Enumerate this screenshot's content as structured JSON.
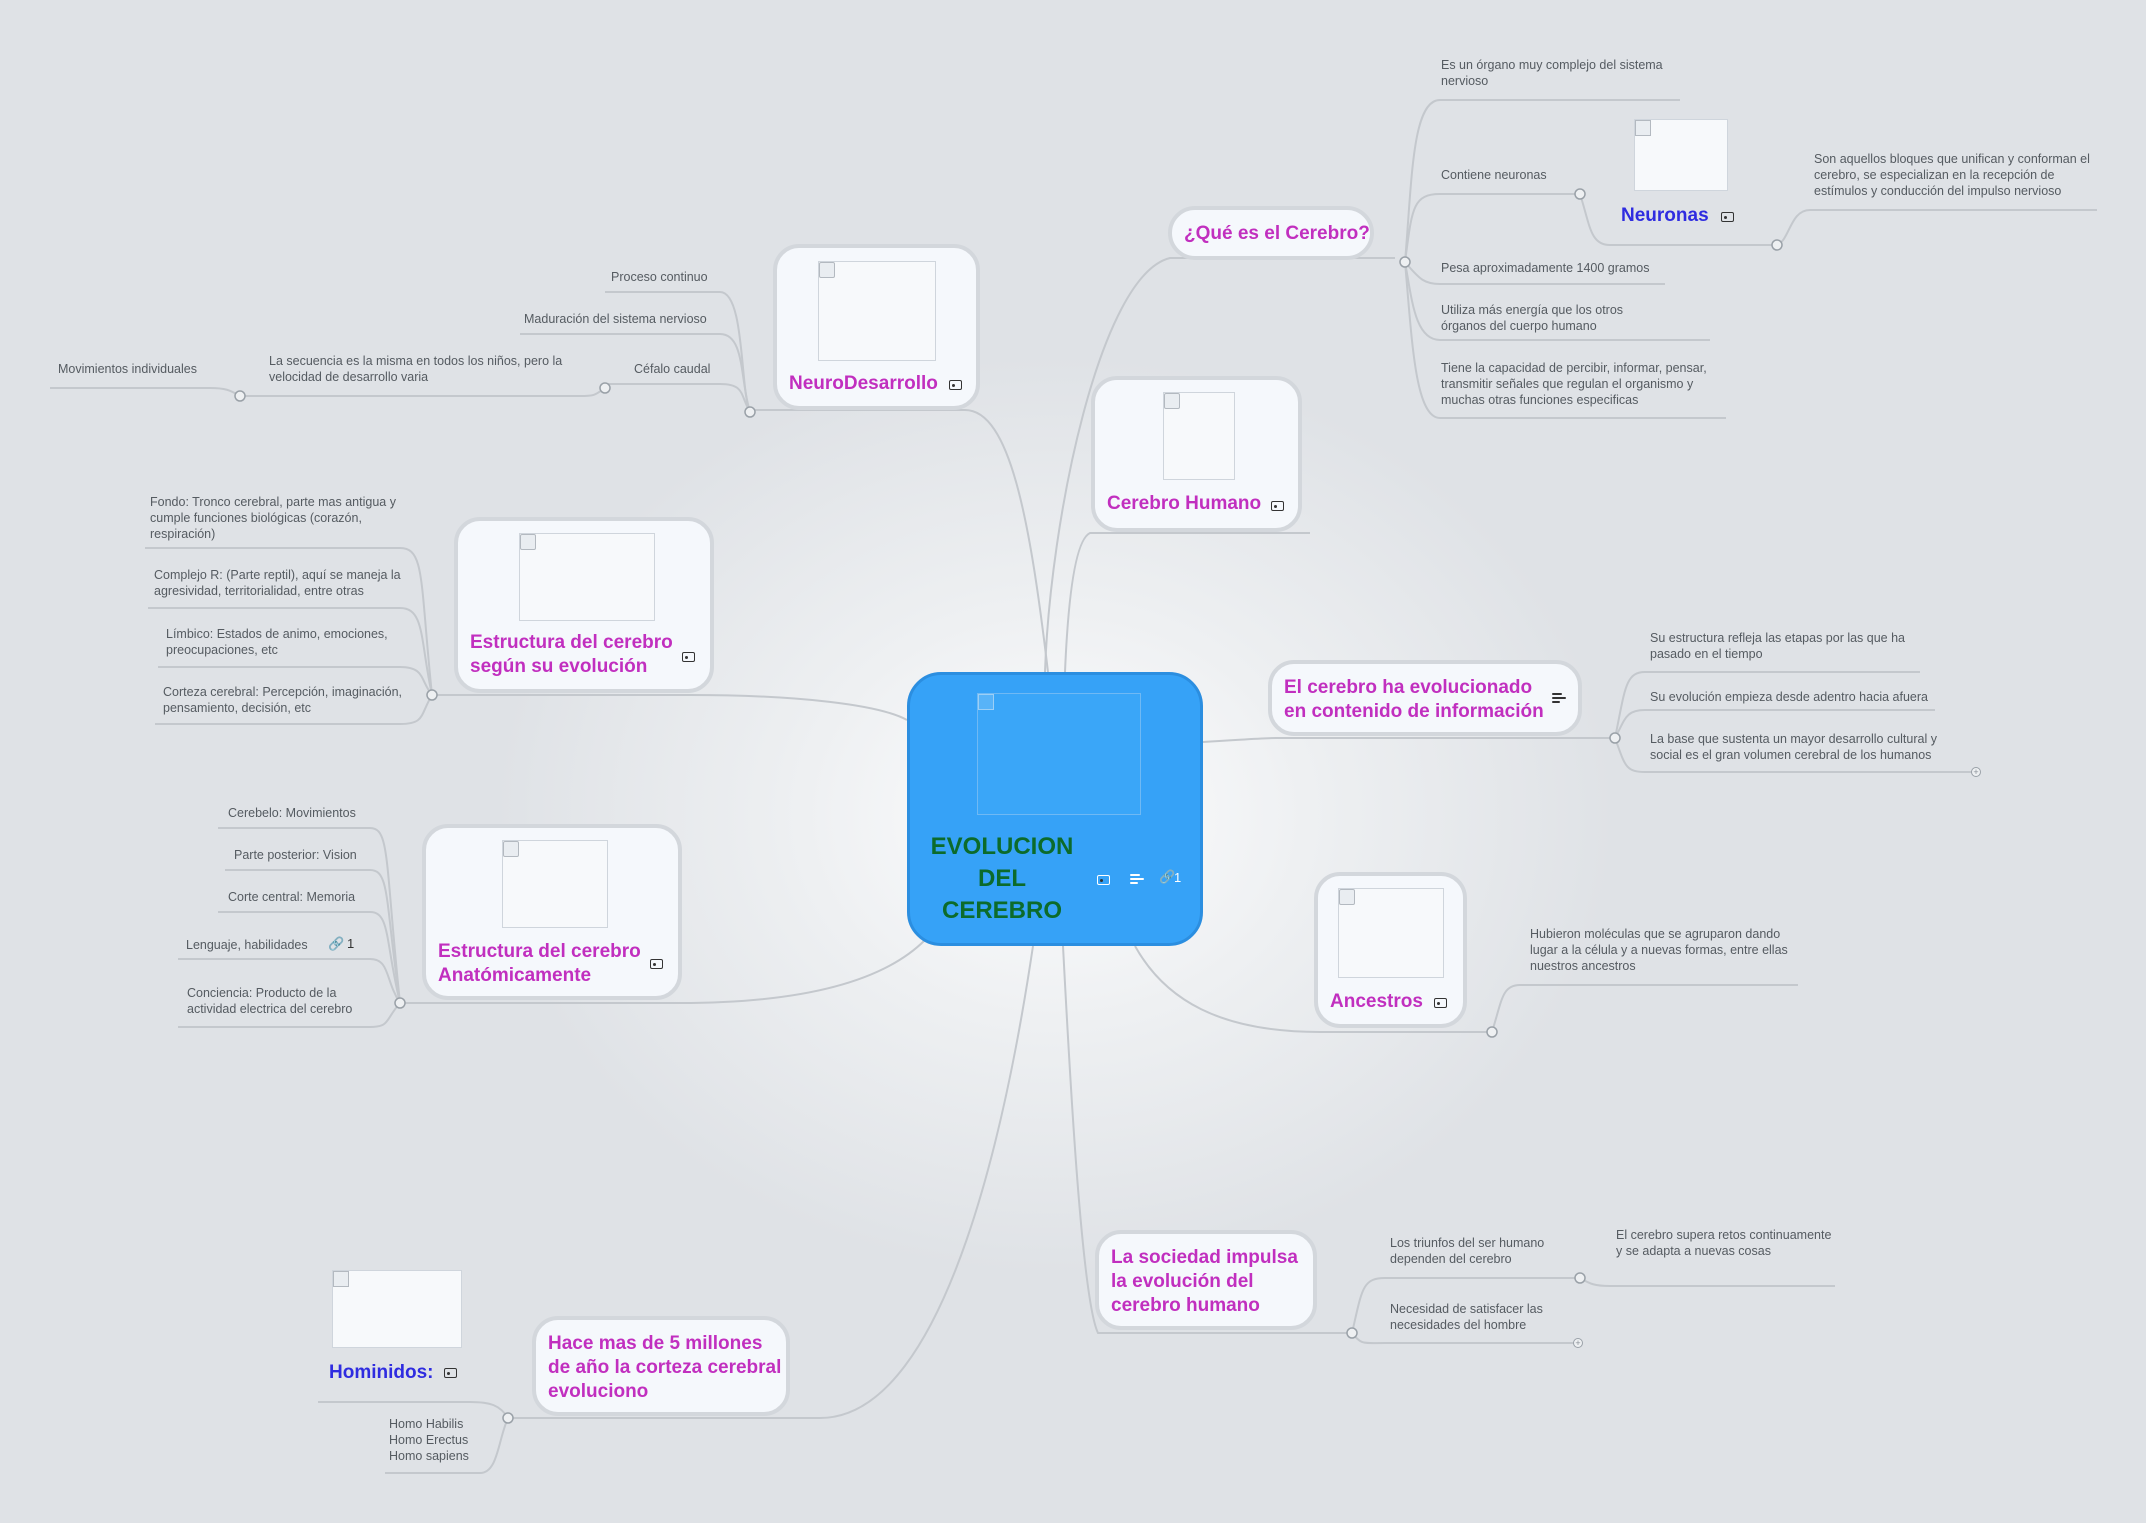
{
  "colors": {
    "canvas": "#dfe2e6",
    "center_fill": "#36a2f7",
    "center_title": "#0c6b2b",
    "topic_title": "#c12fbf",
    "subtopic_title": "#2f2ce0",
    "line": "#c4c8cd",
    "leaf_text": "#555b61"
  },
  "center": {
    "title": "EVOLUCION DEL CEREBRO",
    "link_count": "1"
  },
  "topics": {
    "que_es": {
      "title": "¿Qué es el Cerebro?",
      "items": [
        "Es un órgano muy complejo del sistema nervioso",
        "Contiene neuronas",
        "Pesa aproximadamente 1400 gramos",
        "Utiliza más energía que los otros órganos del cuerpo humano",
        "Tiene la capacidad de percibir, informar, pensar, transmitir señales que regulan el organismo y muchas otras funciones especificas"
      ],
      "neuronas": {
        "title": "Neuronas",
        "detail": "Son aquellos bloques que unifican y conforman el cerebro, se especializan en la recepción de estímulos y conducción del impulso nervioso"
      }
    },
    "cerebro_humano": {
      "title": "Cerebro Humano"
    },
    "neurodesarrollo": {
      "title": "NeuroDesarrollo",
      "items": [
        "Proceso continuo",
        "Maduración del sistema nervioso",
        "Céfalo caudal"
      ],
      "cefalo_detail": "La secuencia es la misma en todos los niños, pero la velocidad de desarrollo varia",
      "cefalo_sub": "Movimientos individuales"
    },
    "evolucion_struct": {
      "title": "Estructura del cerebro según su evolución",
      "items": [
        "Fondo: Tronco cerebral, parte mas antigua y cumple funciones biológicas (corazón, respiración)",
        "Complejo R: (Parte reptil), aquí se maneja la agresividad, territorialidad, entre otras",
        "Límbico: Estados de animo, emociones, preocupaciones, etc",
        "Corteza cerebral: Percepción, imaginación, pensamiento, decisión, etc"
      ]
    },
    "anatomica": {
      "title": "Estructura del cerebro Anatómicamente",
      "items": [
        "Cerebelo: Movimientos",
        "Parte posterior: Vision",
        "Corte central: Memoria",
        "Lenguaje, habilidades",
        "Conciencia: Producto de la actividad electrica del cerebro"
      ],
      "lenguaje_link_count": "1"
    },
    "informacion": {
      "title": "El cerebro ha evolucionado en contenido de información",
      "items": [
        "Su estructura refleja las etapas por las que ha pasado en el tiempo",
        "Su evolución empieza desde adentro hacia afuera",
        "La base que sustenta un mayor desarrollo cultural y social es el gran volumen cerebral de los humanos"
      ]
    },
    "ancestros": {
      "title": "Ancestros",
      "items": [
        "Hubieron moléculas que se agruparon dando lugar a la célula y a nuevas formas, entre ellas nuestros ancestros"
      ]
    },
    "sociedad": {
      "title": "La sociedad impulsa la evolución del cerebro humano",
      "items": [
        "Los triunfos del ser humano dependen del cerebro",
        "Necesidad de satisfacer las necesidades del hombre"
      ],
      "triunfos_detail": "El cerebro supera retos continuamente y se adapta a nuevas cosas"
    },
    "millones": {
      "title": "Hace mas de 5 millones de año la corteza cerebral evoluciono",
      "hominidos": "Hominidos:",
      "species": [
        "Homo Habilis",
        "Homo Erectus",
        "Homo sapiens"
      ]
    }
  }
}
